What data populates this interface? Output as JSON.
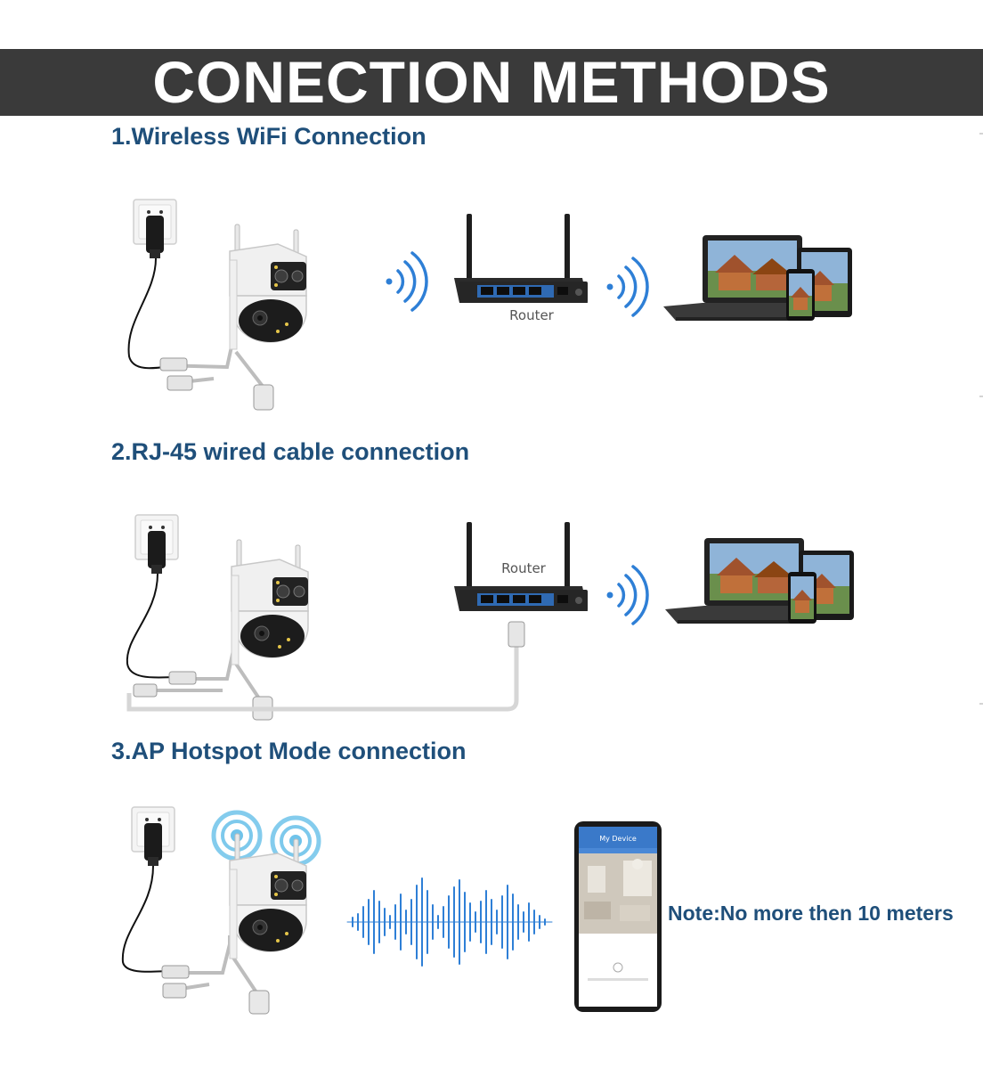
{
  "header": {
    "title": "CONECTION METHODS"
  },
  "sections": [
    {
      "title": "1.Wireless WiFi Connection",
      "router_label": "Router"
    },
    {
      "title": "2.RJ-45 wired cable connection",
      "router_label": "Router"
    },
    {
      "title": "3.AP Hotspot Mode connection",
      "phone_app_title": "My Device",
      "note": "Note:No more then 10 meters"
    }
  ],
  "colors": {
    "banner": "#3a3a3a",
    "heading": "#1f4f7a",
    "signal": "#2e7fd6"
  },
  "icons": [
    "wall-socket-icon",
    "power-adapter-icon",
    "camera-icon",
    "router-icon",
    "wifi-signal-icon",
    "laptop-icon",
    "tablet-icon",
    "smartphone-icon",
    "sound-wave-icon",
    "hotspot-icon",
    "ethernet-cable-icon"
  ]
}
